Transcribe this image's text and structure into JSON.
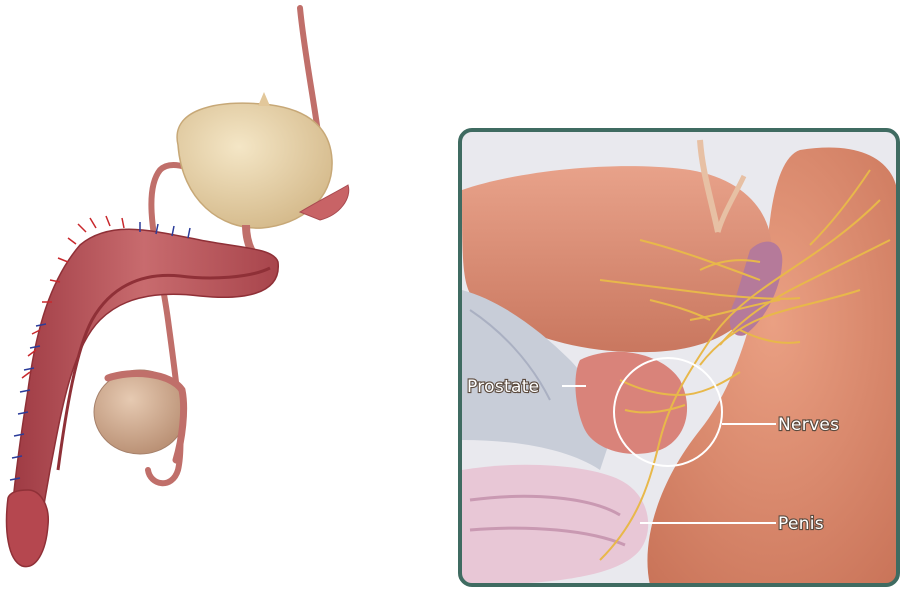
{
  "labels": {
    "prostate": "Prostate",
    "nerves": "Nerves",
    "penis": "Penis"
  },
  "colors": {
    "inset_border": "#3f6b61",
    "nerve": "#e8b84a",
    "flesh": "#d9826d",
    "muscle": "#b8525a",
    "bladder": "#e8d3a8",
    "testis": "#d2b197",
    "vein": "#2b3c9a",
    "artery": "#c8282c"
  }
}
